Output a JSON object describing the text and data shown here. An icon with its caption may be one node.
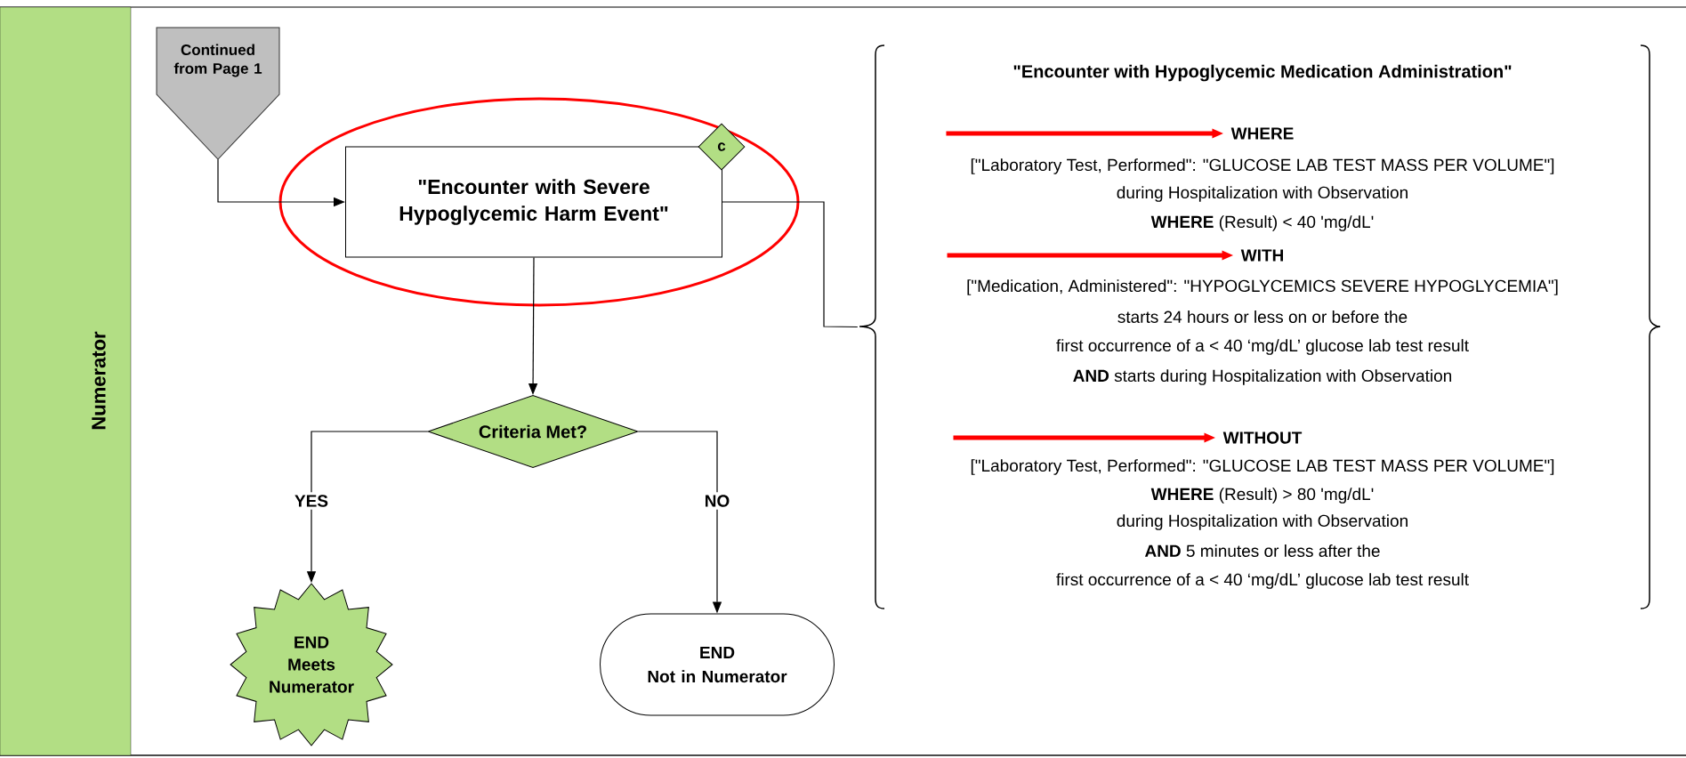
{
  "diagram": {
    "nodes": [
      {
        "text": [
          "Numerator"
        ]
      },
      {
        "text": [
          "Continued from Page 1"
        ]
      },
      {
        "text": [
          "\"Encounter with Severe Hypoglycemic Harm Event\""
        ]
      },
      {
        "text": [
          "c"
        ]
      },
      {
        "text": [
          "\"Encounter with Hypoglycemic Medication Administration\"",
          "[\"Laboratory Test, Performed\": \"GLUCOSE LAB TEST MASS PER VOLUME\"]",
          "during Hospitalization with Observation",
          "**WHERE** (Result) < 40 'mg/dL'",
          "[\"Medication, Administered\": \"HYPOGLYCEMICS SEVERE HYPOGLYCEMIA\"]",
          "starts 24 hours or less on or before the",
          "first occurrence of a < 40 ‘mg/dL’  glucose lab test result",
          "**AND** starts during Hospitalization with Observation",
          "[\"Laboratory Test, Performed\": \"GLUCOSE LAB TEST MASS PER VOLUME\"]",
          "**WHERE** (Result) > 80 'mg/dL'",
          "during Hospitalization with Observation",
          "**AND** 5 minutes or less after the",
          "first occurrence of a < 40 ‘mg/dL’ glucose lab test result"
        ]
      },
      {
        "text": [
          "WHERE"
        ],
        "in": 4
      },
      {
        "text": [
          "WITH"
        ],
        "in": 4
      },
      {
        "text": [
          "WITHOUT"
        ],
        "in": 4
      },
      {
        "text": [
          "Criteria Met?"
        ]
      },
      {
        "text": [
          "END",
          "Meets Numerator"
        ]
      },
      {
        "text": [
          "END",
          "Not in Numerator"
        ]
      }
    ],
    "edges": [
      {
        "from": 1,
        "to": 2,
        "arrow": "to"
      },
      {
        "from": 2,
        "to": 4,
        "arrow": "none"
      },
      {
        "from": 2,
        "to": 8,
        "arrow": "to"
      },
      {
        "from": 8,
        "to": 9,
        "arrow": "to",
        "label": "YES"
      },
      {
        "from": 8,
        "to": 10,
        "arrow": "to",
        "label": "NO"
      },
      {
        "from": null,
        "to": 5,
        "arrow": "to",
        "style": "thick",
        "color": "#ff0000"
      },
      {
        "from": null,
        "to": 6,
        "arrow": "to",
        "style": "thick",
        "color": "#ff0000"
      },
      {
        "from": null,
        "to": 7,
        "arrow": "to",
        "style": "thick",
        "color": "#ff0000"
      }
    ]
  }
}
